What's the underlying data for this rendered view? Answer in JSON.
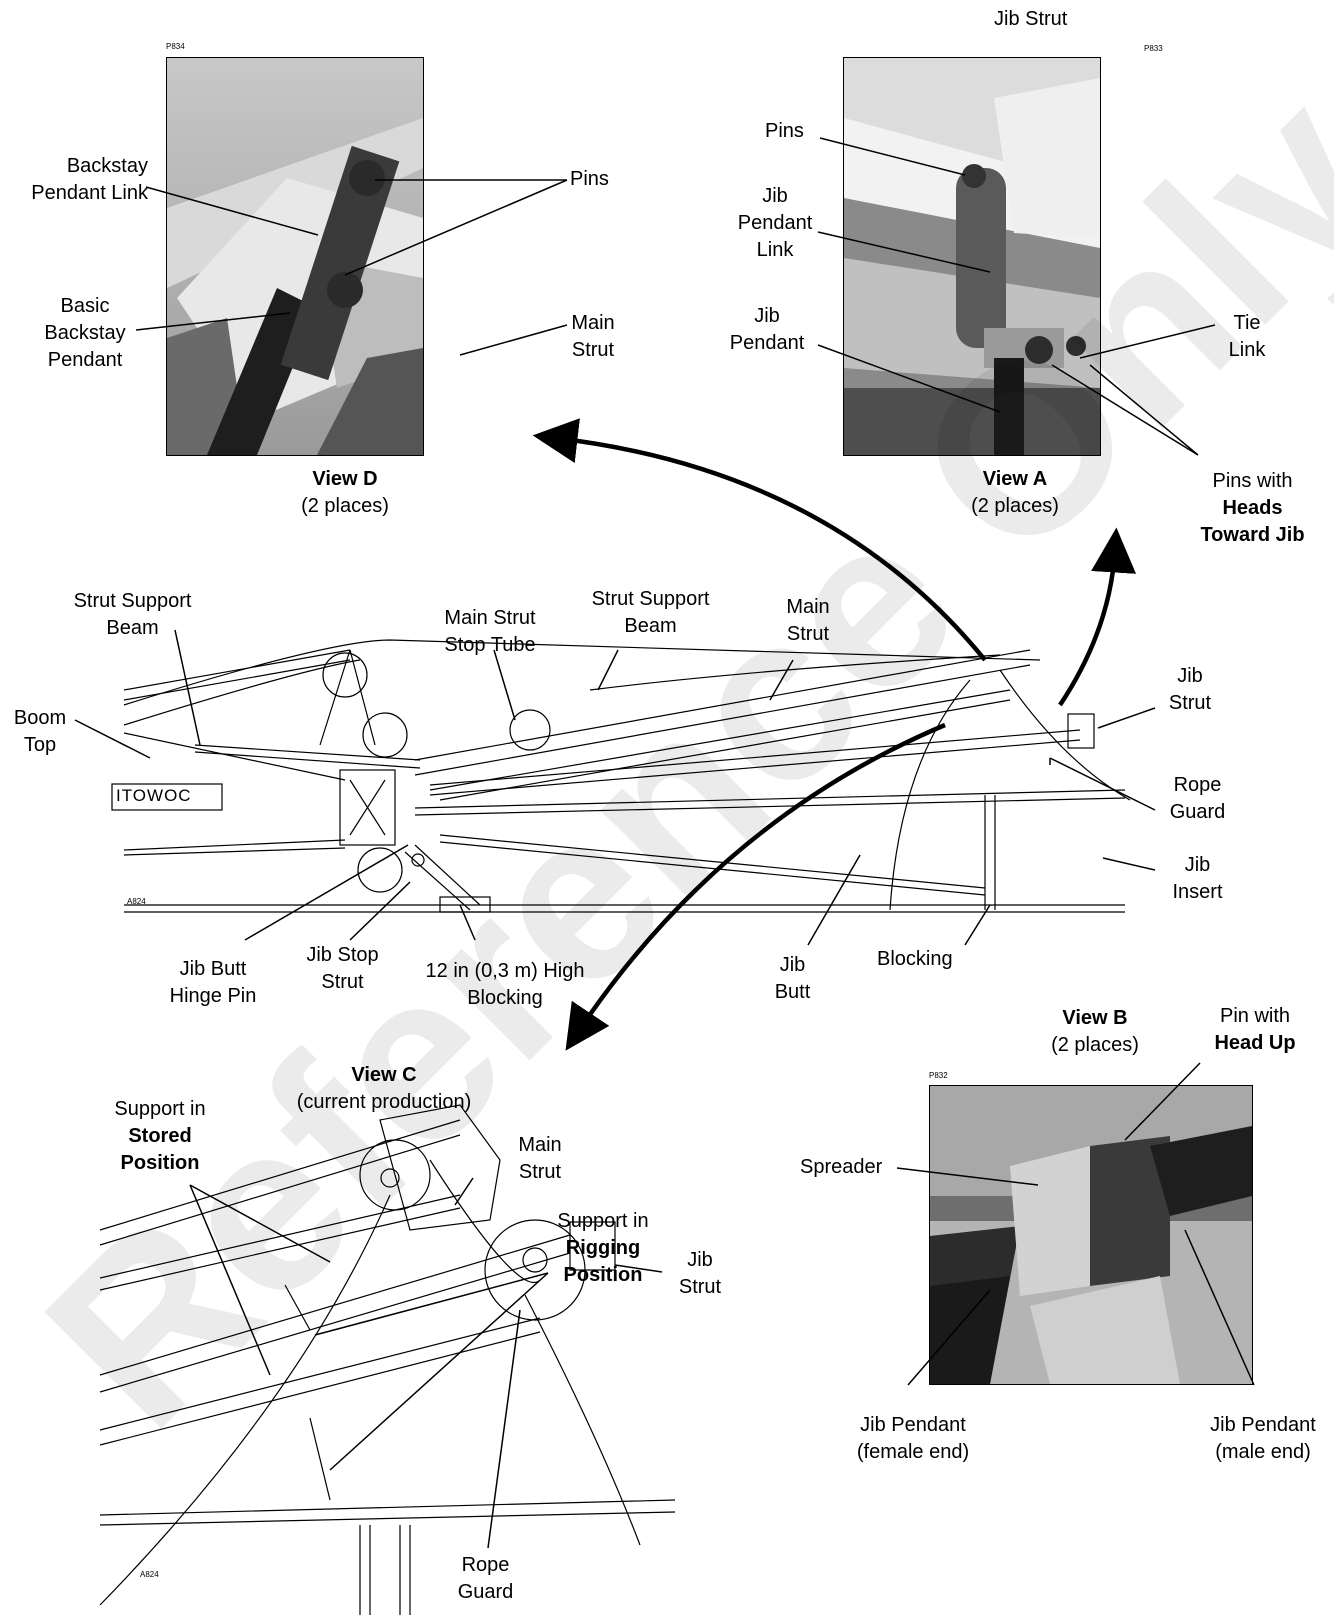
{
  "watermark": "Reference Only",
  "codes": {
    "p834": "P834",
    "p833": "P833",
    "p832": "P832",
    "a824_main": "A824",
    "a824_c": "A824"
  },
  "view_d": {
    "title": "View D",
    "sub": "(2 places)",
    "labels": {
      "backstay_pendant_link_1": "Backstay",
      "backstay_pendant_link_2": "Pendant Link",
      "pins": "Pins",
      "basic_backstay_pendant_1": "Basic",
      "basic_backstay_pendant_2": "Backstay",
      "basic_backstay_pendant_3": "Pendant",
      "main_strut_1": "Main",
      "main_strut_2": "Strut"
    }
  },
  "view_a": {
    "title": "View A",
    "sub": "(2 places)",
    "labels": {
      "jib_strut": "Jib Strut",
      "pins": "Pins",
      "jib_pendant_link_1": "Jib",
      "jib_pendant_link_2": "Pendant",
      "jib_pendant_link_3": "Link",
      "jib_pendant_1": "Jib",
      "jib_pendant_2": "Pendant",
      "tie_link_1": "Tie",
      "tie_link_2": "Link",
      "pins_heads_1": "Pins with",
      "pins_heads_2": "Heads",
      "pins_heads_3": "Toward Jib"
    }
  },
  "main_view": {
    "logo_text": "ITOWOC",
    "labels": {
      "strut_support_beam_left_1": "Strut Support",
      "strut_support_beam_left_2": "Beam",
      "boom_top_1": "Boom",
      "boom_top_2": "Top",
      "main_strut_stop_tube_1": "Main Strut",
      "main_strut_stop_tube_2": "Stop Tube",
      "strut_support_beam_right_1": "Strut Support",
      "strut_support_beam_right_2": "Beam",
      "main_strut_1": "Main",
      "main_strut_2": "Strut",
      "jib_strut_1": "Jib",
      "jib_strut_2": "Strut",
      "rope_guard_1": "Rope",
      "rope_guard_2": "Guard",
      "jib_insert_1": "Jib",
      "jib_insert_2": "Insert",
      "jib_butt_hinge_pin_1": "Jib Butt",
      "jib_butt_hinge_pin_2": "Hinge Pin",
      "jib_stop_strut_1": "Jib Stop",
      "jib_stop_strut_2": "Strut",
      "high_blocking_1": "12 in (0,3 m) High",
      "high_blocking_2": "Blocking",
      "jib_butt_1": "Jib",
      "jib_butt_2": "Butt",
      "blocking": "Blocking"
    }
  },
  "view_b": {
    "title": "View B",
    "sub": "(2 places)",
    "labels": {
      "pin_head_up_1": "Pin with",
      "pin_head_up_2": "Head Up",
      "spreader": "Spreader",
      "female_1": "Jib Pendant",
      "female_2": "(female end)",
      "male_1": "Jib Pendant",
      "male_2": "(male end)"
    }
  },
  "view_c": {
    "title": "View C",
    "sub": "(current production)",
    "labels": {
      "stored_1": "Support in",
      "stored_2": "Stored",
      "stored_3": "Position",
      "main_strut_1": "Main",
      "main_strut_2": "Strut",
      "rigging_1": "Support in",
      "rigging_2": "Rigging",
      "rigging_3": "Position",
      "jib_strut_1": "Jib",
      "jib_strut_2": "Strut",
      "rope_guard_1": "Rope",
      "rope_guard_2": "Guard"
    }
  }
}
